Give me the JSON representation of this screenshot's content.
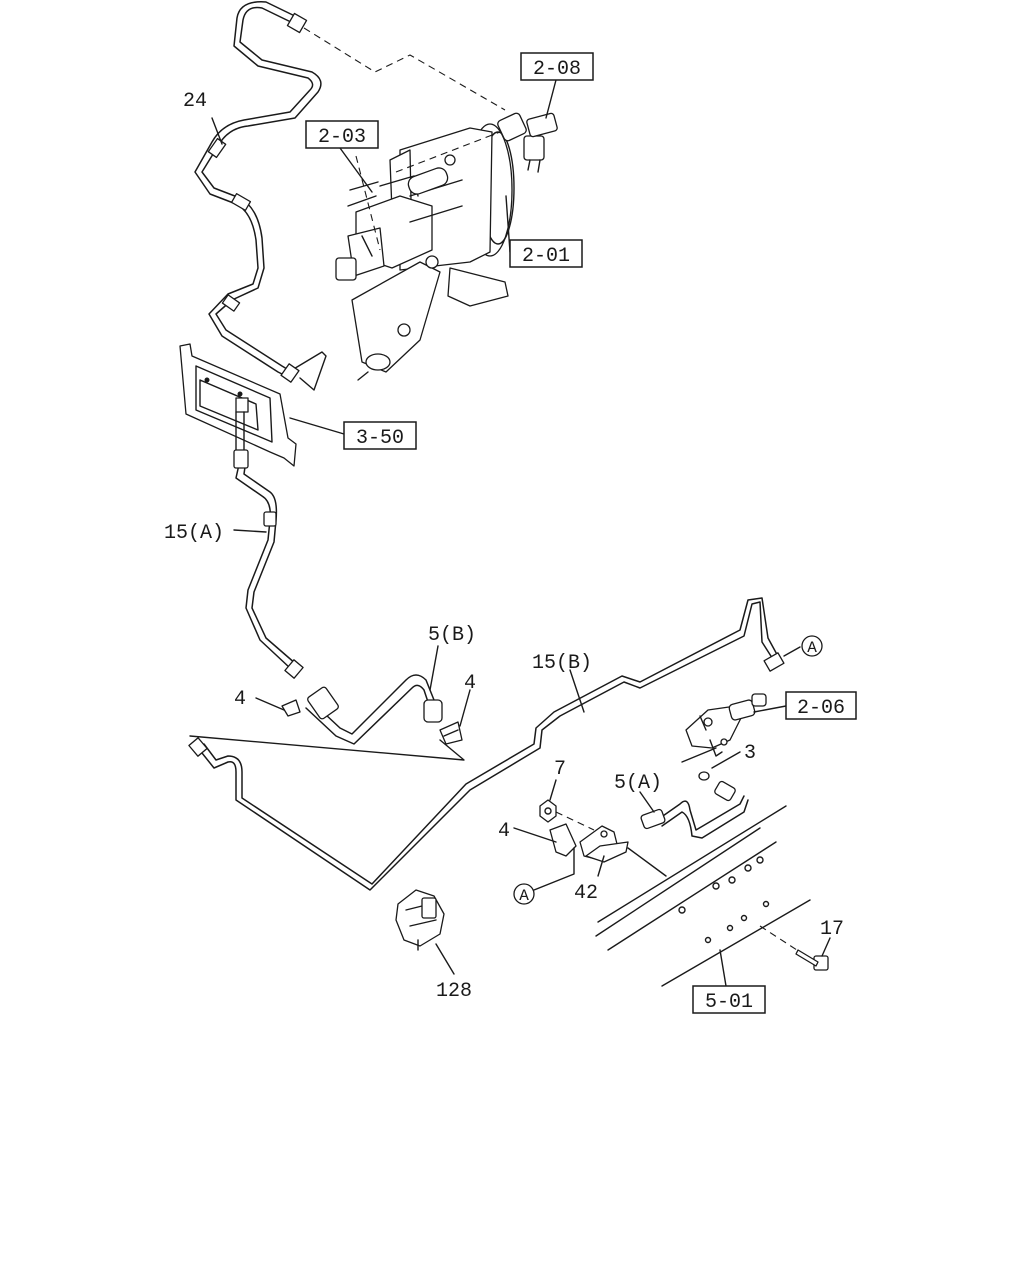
{
  "callouts": {
    "ref_2_08": "2-08",
    "ref_2_03": "2-03",
    "ref_2_01": "2-01",
    "ref_3_50": "3-50",
    "ref_2_06": "2-06",
    "ref_5_01": "5-01"
  },
  "labels": {
    "p24": "24",
    "p15a": "15(A)",
    "p5b": "5(B)",
    "p4_left": "4",
    "p4_mid": "4",
    "p15b": "15(B)",
    "p3": "3",
    "p5a": "5(A)",
    "p7": "7",
    "p4_bracket": "4",
    "p42": "42",
    "p17": "17",
    "p128": "128",
    "circle_a_right": "A",
    "circle_a_left": "A"
  }
}
